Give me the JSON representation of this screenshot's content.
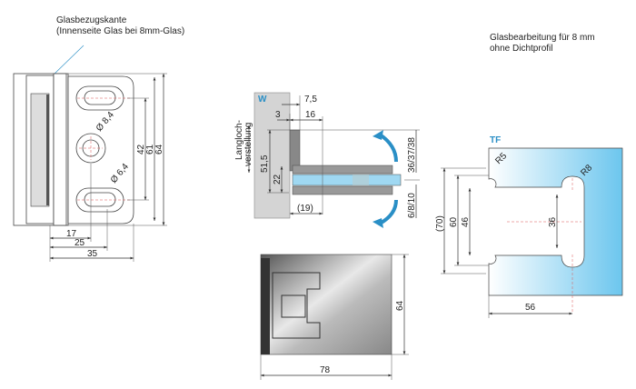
{
  "notes": {
    "glass_reference_line1": "Glasbezugskante",
    "glass_reference_line2": "(Innenseite Glas bei 8mm-Glas)",
    "glass_processing_line1": "Glasbearbeitung für 8 mm",
    "glass_processing_line2": "ohne Dichtprofil"
  },
  "front_view": {
    "dims": {
      "d1": "42",
      "d2": "61",
      "d3": "64",
      "h1": "17",
      "h2": "25",
      "h3": "35",
      "hole_large": "Ø 8,4",
      "hole_small": "Ø 6,4"
    }
  },
  "side_view": {
    "wall_label": "W",
    "slot_label_line1": "Langloch-",
    "slot_label_line2": "verstellung",
    "dims": {
      "a": "7,5",
      "b": "3",
      "c": "16",
      "d": "51,5",
      "e": "22",
      "f": "(19)",
      "g": "36/37/38",
      "h": "6/8/10"
    }
  },
  "bottom_view": {
    "dims": {
      "height": "64",
      "width": "78"
    }
  },
  "glass_cutout": {
    "label": "TF",
    "dims": {
      "r_small": "R5",
      "r_large": "R8",
      "overall": "(70)",
      "d60": "60",
      "d46": "46",
      "d36": "36",
      "d56": "56"
    }
  },
  "colors": {
    "accent": "#2a8fc6",
    "glass": "#6cc6ee"
  }
}
